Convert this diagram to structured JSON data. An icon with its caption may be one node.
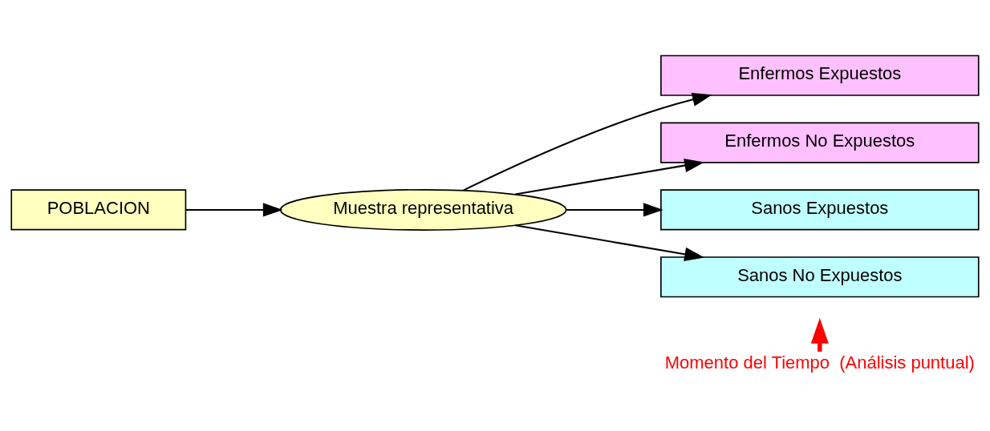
{
  "diagram": {
    "nodes": [
      {
        "text": [
          "POBLACION"
        ]
      },
      {
        "text": [
          "Muestra representativa"
        ]
      },
      {
        "text": [
          "Enfermos Expuestos"
        ]
      },
      {
        "text": [
          "Enfermos No Expuestos"
        ]
      },
      {
        "text": [
          "Sanos Expuestos"
        ]
      },
      {
        "text": [
          "Sanos No Expuestos"
        ]
      },
      {
        "text": [
          "Momento del Tiempo  (Análisis puntual)"
        ]
      }
    ],
    "edges": [
      {
        "from": 0,
        "to": 1,
        "arrow": "to"
      },
      {
        "from": 1,
        "to": 2,
        "arrow": "to"
      },
      {
        "from": 1,
        "to": 3,
        "arrow": "to"
      },
      {
        "from": 1,
        "to": 4,
        "arrow": "to"
      },
      {
        "from": 1,
        "to": 5,
        "arrow": "to"
      },
      {
        "from": 6,
        "to": null,
        "arrow": "to",
        "style": "thick",
        "color": "#ff0000"
      }
    ]
  }
}
